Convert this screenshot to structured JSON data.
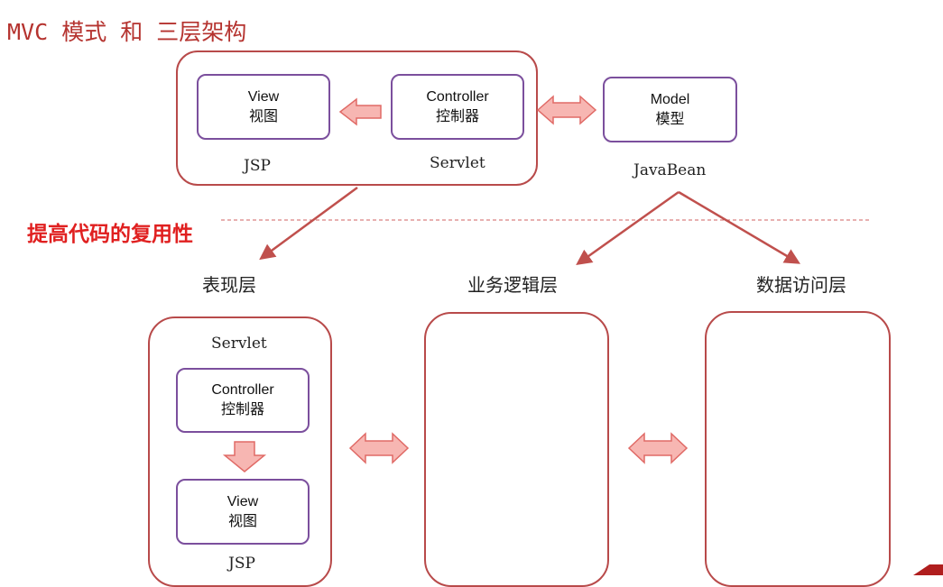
{
  "title": "MVC 模式 和 三层架构",
  "top": {
    "view": {
      "line1": "View",
      "line2": "视图"
    },
    "controller": {
      "line1": "Controller",
      "line2": "控制器"
    },
    "model": {
      "line1": "Model",
      "line2": "模型"
    },
    "jsp_label": "JSP",
    "servlet_label": "Servlet",
    "javabean_label": "JavaBean"
  },
  "reuse_text": "提高代码的复用性",
  "layers": {
    "presentation": "表现层",
    "business": "业务逻辑层",
    "data_access": "数据访问层"
  },
  "bottom": {
    "servlet_label": "Servlet",
    "controller": {
      "line1": "Controller",
      "line2": "控制器"
    },
    "view": {
      "line1": "View",
      "line2": "视图"
    },
    "jsp_label": "JSP"
  },
  "colors": {
    "group_border": "#b84a4a",
    "box_border": "#7b4f9d",
    "arrow_fill": "#f7b6b2",
    "arrow_stroke": "#e06a66",
    "line_arrow": "#c0504d",
    "title": "#b5332f",
    "reuse_text": "#e02020"
  }
}
